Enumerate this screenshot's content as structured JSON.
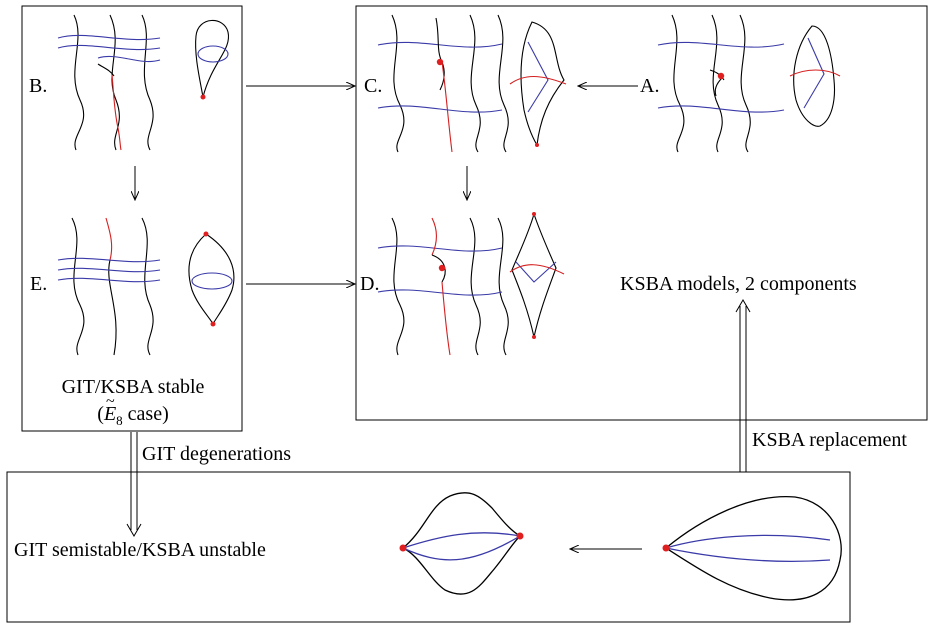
{
  "labels": {
    "b": "B.",
    "c": "C.",
    "a": "A.",
    "e": "E.",
    "d": "D.",
    "ksba_models": "KSBA models, 2 components",
    "git_ksba_stable": "GIT/KSBA stable",
    "e8_symbol": "E",
    "e8_subscript": "8",
    "e8_case_suffix": " case)",
    "e8_case_prefix": "(",
    "ksba_replacement": "KSBA replacement",
    "git_degenerations": "GIT degenerations",
    "git_semistable": "GIT semistable/KSBA unstable"
  },
  "colors": {
    "curve_black": "#000000",
    "curve_blue": "#3a3aa8",
    "curve_red": "#d42020",
    "point_red": "#e02020"
  }
}
